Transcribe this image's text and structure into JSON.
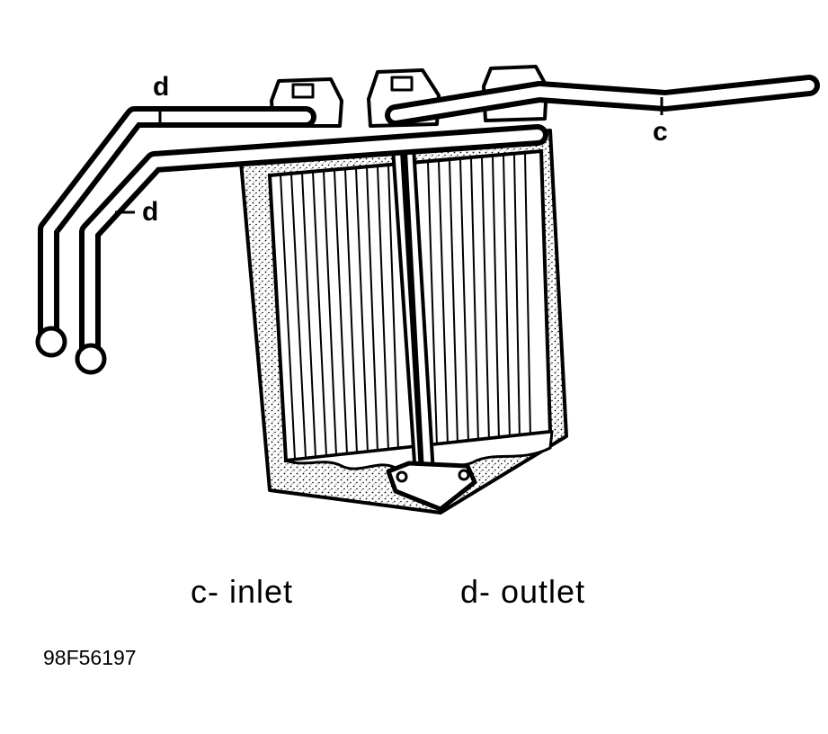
{
  "callouts": {
    "outlet_upper": "d",
    "outlet_lower": "d",
    "inlet": "c"
  },
  "legend": {
    "inlet": "c- inlet",
    "outlet": "d- outlet"
  },
  "figure_id": "98F56197",
  "colors": {
    "ink": "#000000",
    "paper": "#ffffff"
  }
}
